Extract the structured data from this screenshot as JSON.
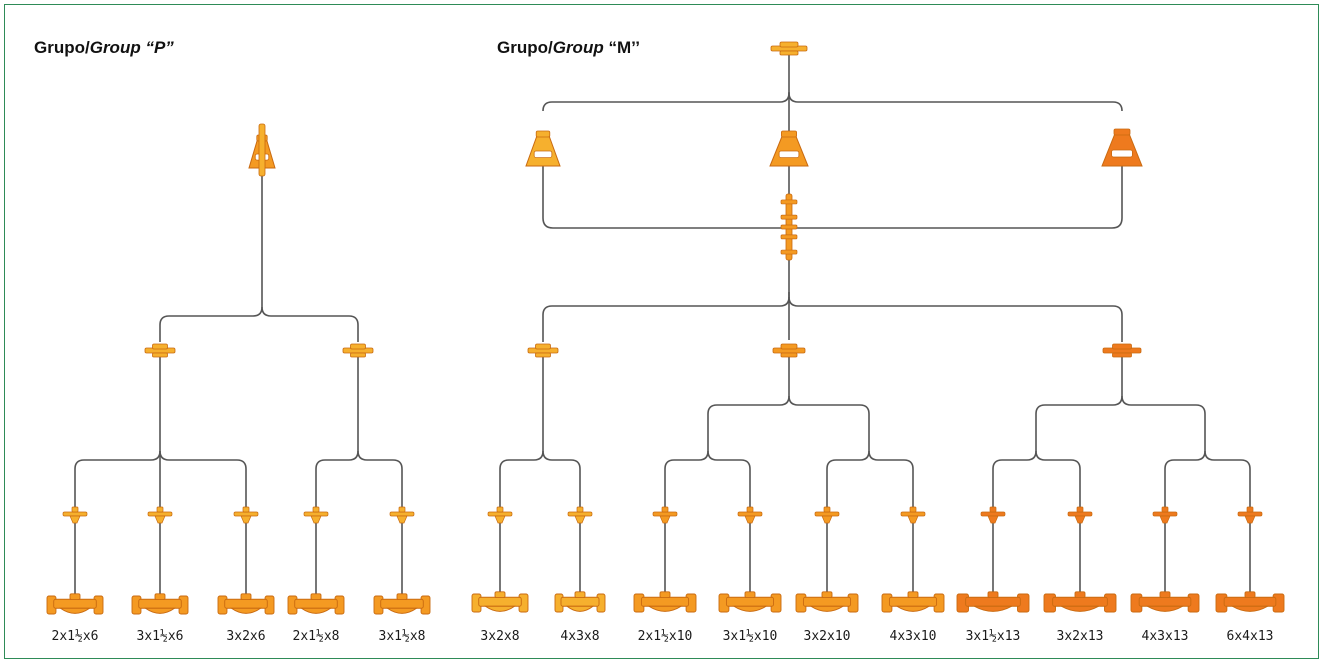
{
  "colors": {
    "border": "#2e8b57",
    "line": "#555555",
    "part_light": "#f6b02e",
    "part_mid": "#f49a22",
    "part_dark": "#ee7a1e",
    "part_edge": "#c96a10"
  },
  "groups": [
    {
      "id": "P",
      "title_prefix": "Grupo/",
      "title_italic": "Group",
      "title_suffix": " “P”",
      "title_style": "italic-suffix",
      "sizes": [
        "2x1½x6",
        "3x1½x6",
        "3x2x6",
        "2x1½x8",
        "3x1½x8"
      ]
    },
    {
      "id": "M",
      "title_prefix": "Grupo/",
      "title_italic": "Group",
      "title_suffix": " “M’’",
      "title_style": "plain-suffix",
      "sizes": [
        "3x2x8",
        "4x3x8",
        "2x1½x10",
        "3x1½x10",
        "3x2x10",
        "4x3x10",
        "3x1½x13",
        "3x2x13",
        "4x3x13",
        "6x4x13"
      ]
    }
  ]
}
